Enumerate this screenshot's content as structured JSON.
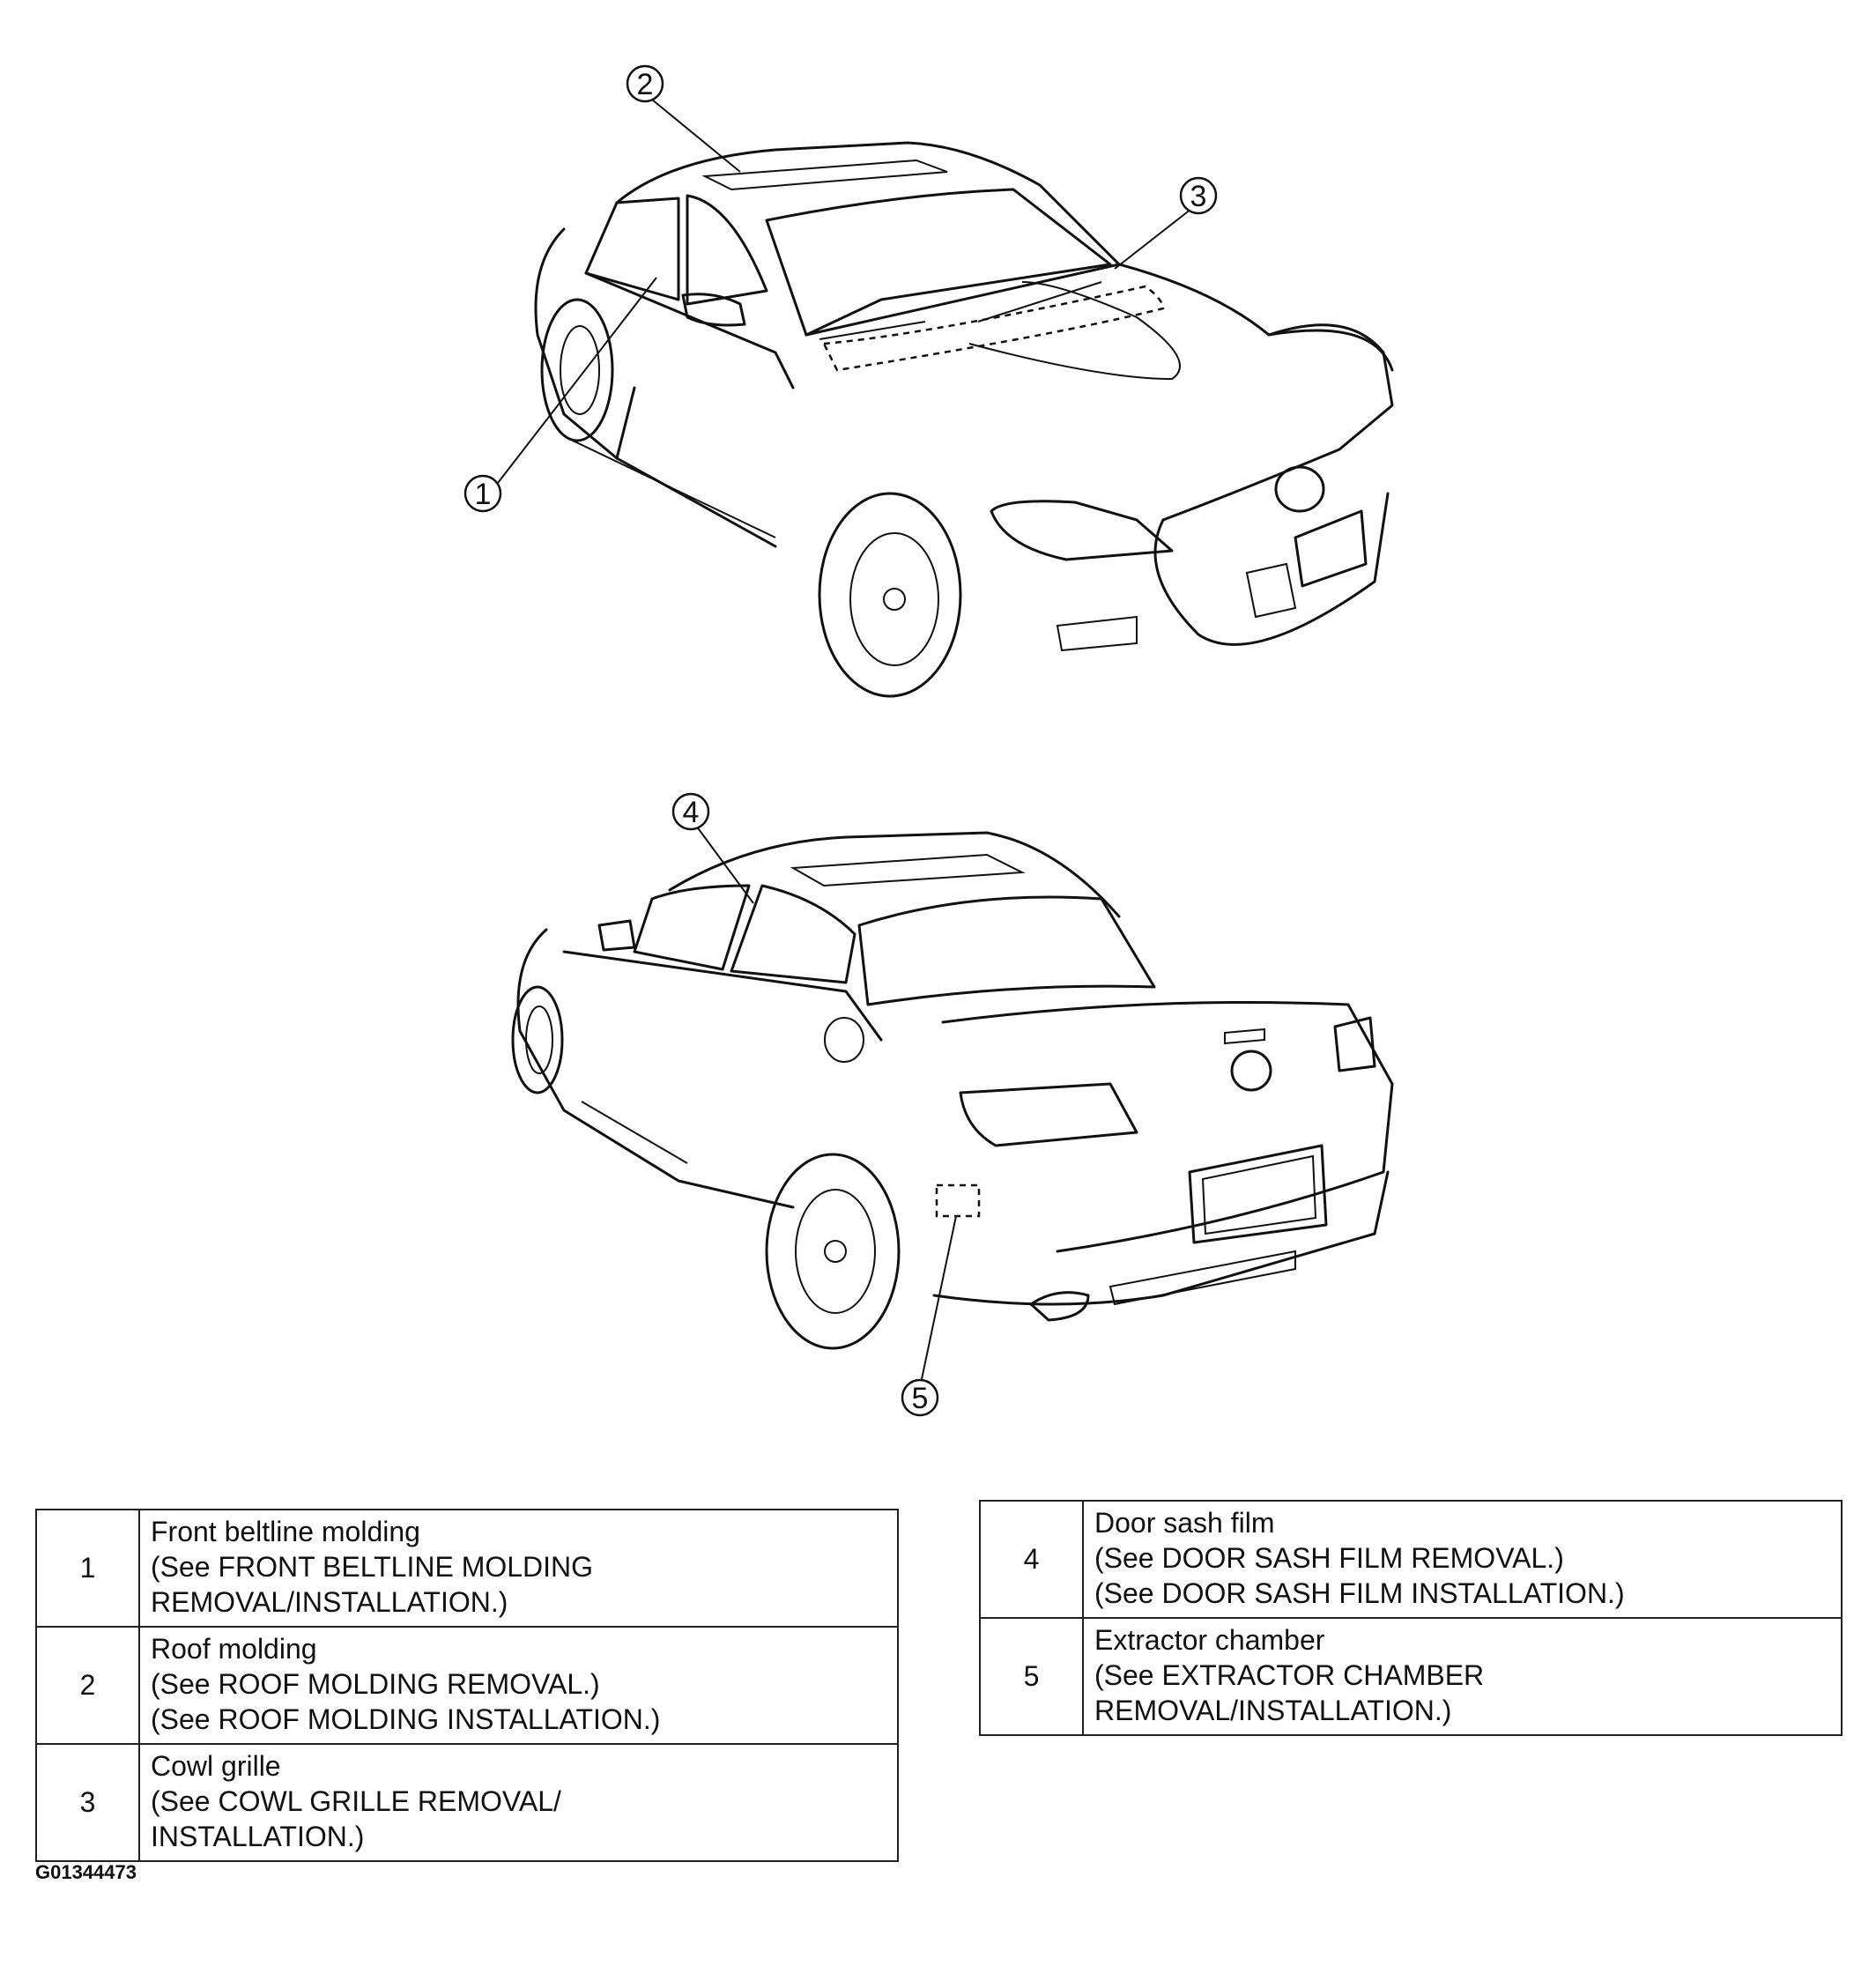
{
  "callouts": [
    {
      "num": "1"
    },
    {
      "num": "2"
    },
    {
      "num": "3"
    },
    {
      "num": "4"
    },
    {
      "num": "5"
    }
  ],
  "legend_left": [
    {
      "num": "1",
      "lines": [
        "Front beltline molding",
        "(See FRONT BELTLINE MOLDING",
        "REMOVAL/INSTALLATION.)"
      ]
    },
    {
      "num": "2",
      "lines": [
        "Roof molding",
        "(See ROOF MOLDING REMOVAL.)",
        "(See ROOF MOLDING INSTALLATION.)"
      ]
    },
    {
      "num": "3",
      "lines": [
        "Cowl grille",
        "(See COWL GRILLE REMOVAL/",
        "INSTALLATION.)"
      ]
    }
  ],
  "legend_right": [
    {
      "num": "4",
      "lines": [
        "Door sash film",
        "(See DOOR SASH FILM REMOVAL.)",
        "(See DOOR SASH FILM INSTALLATION.)"
      ]
    },
    {
      "num": "5",
      "lines": [
        "Extractor chamber",
        "(See EXTRACTOR CHAMBER",
        "REMOVAL/INSTALLATION.)"
      ]
    }
  ],
  "figure_id": "G01344473"
}
